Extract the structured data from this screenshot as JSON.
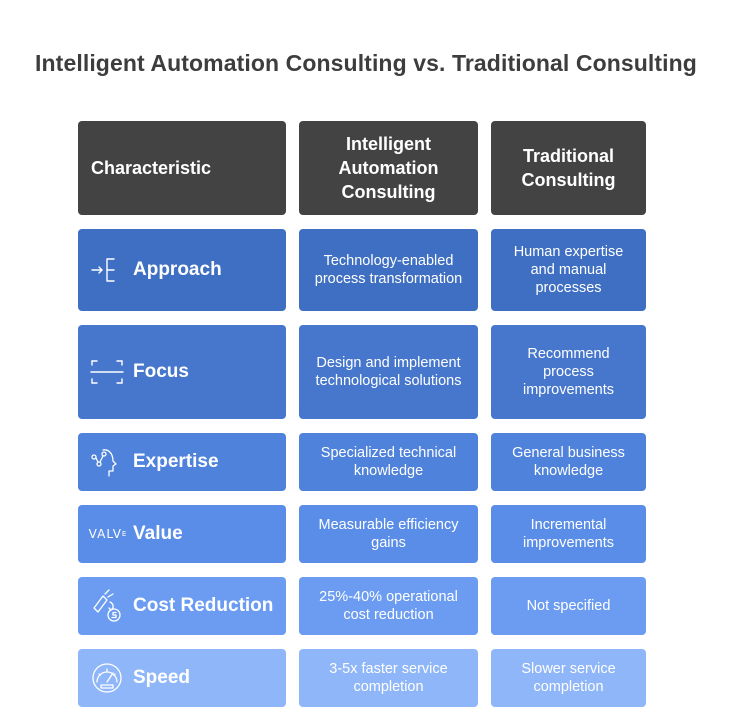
{
  "title": "Intelligent Automation Consulting vs. Traditional Consulting",
  "headers": [
    "Characteristic",
    "Intelligent Automation Consulting",
    "Traditional Consulting"
  ],
  "rows": [
    {
      "label": "Approach",
      "icon": "enter-bracket-icon",
      "ia": "Technology-enabled process transformation",
      "trad": "Human expertise and manual processes",
      "color": "#3f6fc2"
    },
    {
      "label": "Focus",
      "icon": "focus-frame-icon",
      "ia": "Design and implement technological solutions",
      "trad": "Recommend process improvements",
      "color": "#4677cd"
    },
    {
      "label": "Expertise",
      "icon": "head-network-icon",
      "ia": "Specialized technical knowledge",
      "trad": "General business knowledge",
      "color": "#4f82db"
    },
    {
      "label": "Value",
      "icon": "valve-text-icon",
      "icon_text": "VALV",
      "icon_sup": "E",
      "ia": "Measurable efficiency gains",
      "trad": "Incremental improvements",
      "color": "#5a8de8"
    },
    {
      "label": "Cost Reduction",
      "icon": "money-reduction-icon",
      "ia": "25%-40% operational cost reduction",
      "trad": "Not specified",
      "color": "#6b9cf2"
    },
    {
      "label": "Speed",
      "icon": "speedometer-icon",
      "ia": "3-5x faster service completion",
      "trad": "Slower service completion",
      "color": "#8fb6f8"
    }
  ]
}
